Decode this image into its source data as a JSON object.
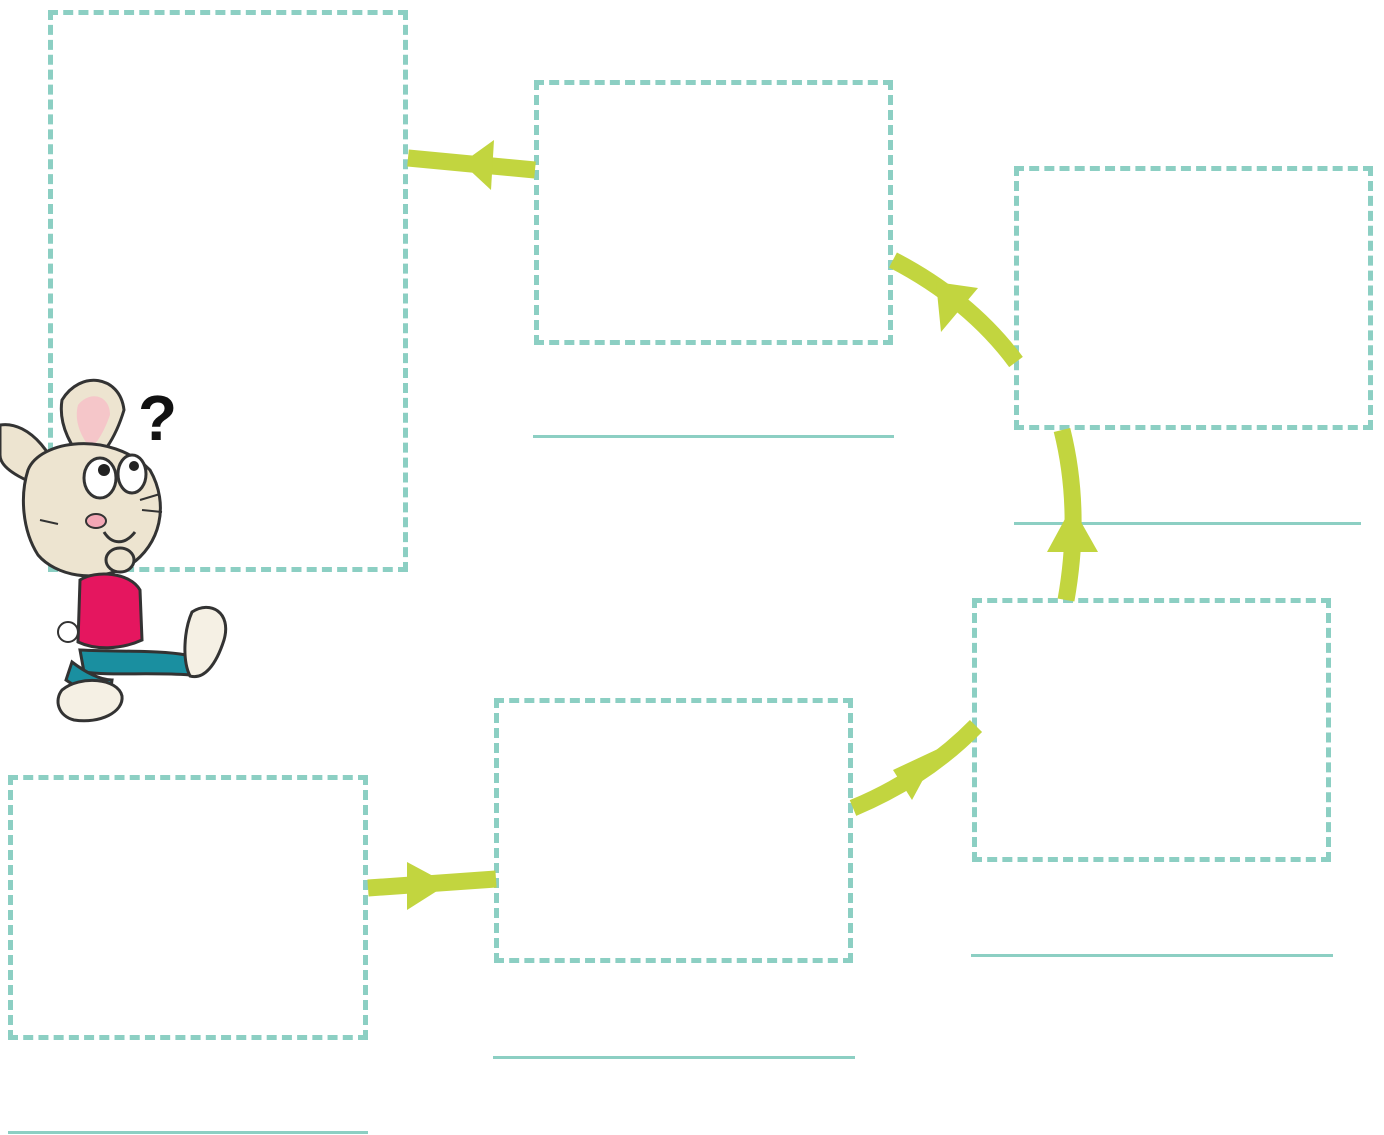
{
  "diagram": {
    "type": "cycle-worksheet",
    "box_count": 6,
    "flow": [
      "box-bottom-left",
      "box-bottom-middle",
      "box-bottom-right",
      "box-top-right",
      "box-top-middle",
      "box-top-left"
    ],
    "labels": [
      "",
      "",
      "",
      "",
      "",
      ""
    ]
  },
  "colors": {
    "box_border": "#8ccfc3",
    "answer_line": "#8ccfc3",
    "arrow": "#c2d53f",
    "background": "#ffffff"
  },
  "mascot": {
    "figure": "bunny",
    "thought_symbol": "?"
  }
}
